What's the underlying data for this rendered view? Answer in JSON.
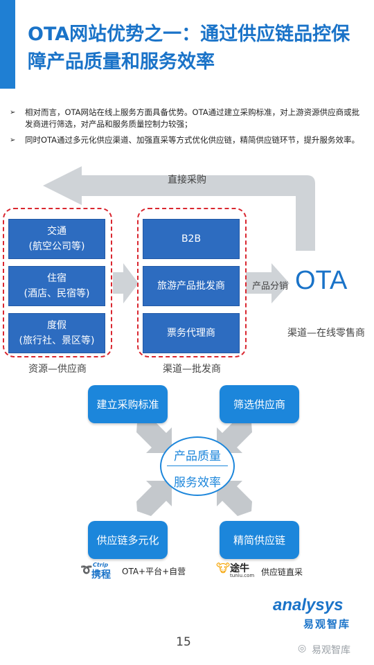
{
  "title": "OTA网站优势之一：通过供应链品控保障产品质量和服务效率",
  "bullets": [
    "相对而言，OTA网站在线上服务方面具备优势。OTA通过建立采购标准，对上游资源供应商或批发商进行筛选，对产品和服务质量控制力较强；",
    "同时OTA通过多元化供应渠道、加强直采等方式优化供应链，精简供应链环节，提升服务效率。"
  ],
  "bullet_marker": "➢",
  "flow": {
    "direct_label": "直接采购",
    "suppliers": [
      {
        "line1": "交通",
        "line2": "(航空公司等)"
      },
      {
        "line1": "住宿",
        "line2": "(酒店、民宿等)"
      },
      {
        "line1": "度假",
        "line2": "(旅行社、景区等)"
      }
    ],
    "suppliers_caption": "资源—供应商",
    "wholesalers": [
      "B2B",
      "旅游产品批发商",
      "票务代理商"
    ],
    "wholesalers_caption": "渠道—批发商",
    "distribution_label": "产品分销",
    "ota_label": "OTA",
    "ota_caption": "渠道—在线零售商"
  },
  "quality": {
    "top_left": "建立采购标准",
    "top_right": "筛选供应商",
    "bottom_left": "供应链多元化",
    "bottom_right": "精简供应链",
    "center_top": "产品质量",
    "center_bottom": "服务效率"
  },
  "examples": {
    "ctrip_logo_en": "Ctrip",
    "ctrip_logo_cn": "携程",
    "ctrip_text": "OTA+平台+自营",
    "tuniu_logo_cn": "途牛",
    "tuniu_logo_url": "tuniu.com",
    "tuniu_text": "供应链直采"
  },
  "brand": {
    "logo_en": "analysys",
    "logo_cn": "易观智库",
    "watermark": "易观智库"
  },
  "page_number": "15",
  "colors": {
    "accent": "#1a73c8",
    "box_blue": "#2d6cc0",
    "round_box": "#1c86db",
    "dash_red": "#d9262f",
    "arrow_grey": "#cfd3d7"
  }
}
